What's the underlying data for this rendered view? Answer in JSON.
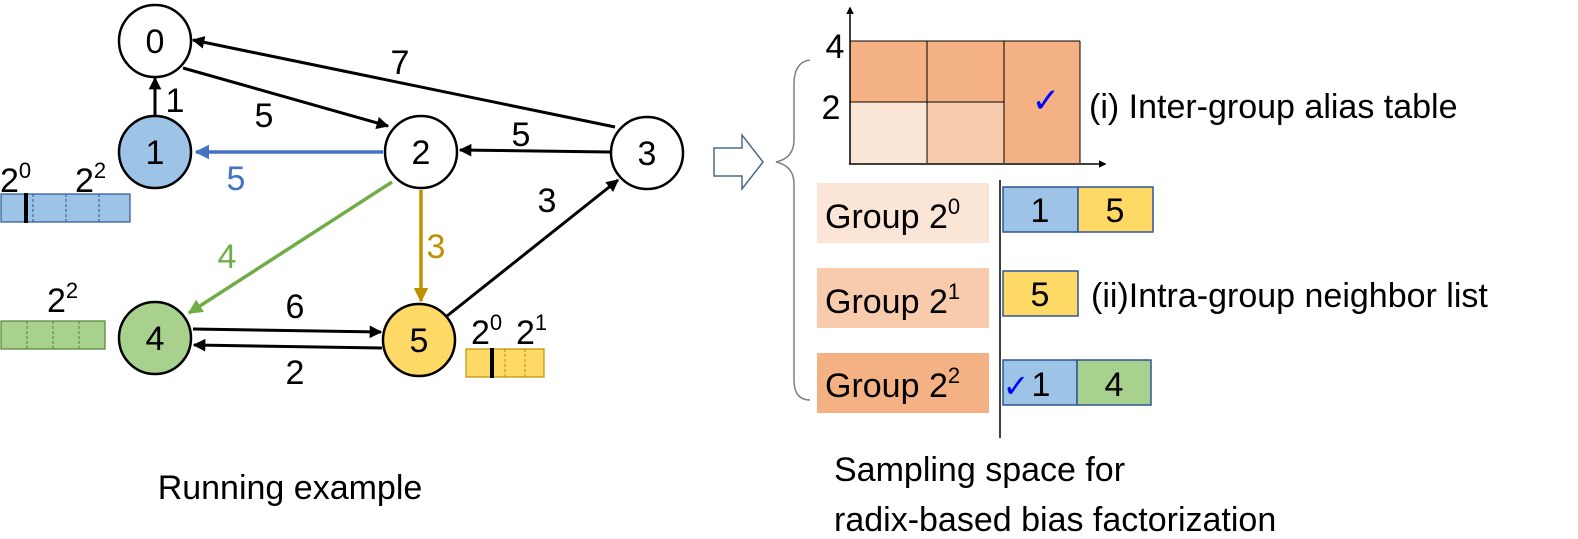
{
  "left": {
    "caption": "Running example",
    "nodes": [
      {
        "id": "0",
        "label": "0",
        "fill": "#ffffff"
      },
      {
        "id": "1",
        "label": "1",
        "fill": "#9dc3e6"
      },
      {
        "id": "2",
        "label": "2",
        "fill": "#ffffff"
      },
      {
        "id": "3",
        "label": "3",
        "fill": "#ffffff"
      },
      {
        "id": "4",
        "label": "4",
        "fill": "#a9d18e"
      },
      {
        "id": "5",
        "label": "5",
        "fill": "#ffd966"
      }
    ],
    "edges": [
      {
        "from": "1",
        "to": "0",
        "weight": "1",
        "color": "#000000"
      },
      {
        "from": "0",
        "to": "2",
        "weight": "5",
        "color": "#000000"
      },
      {
        "from": "3",
        "to": "0",
        "weight": "7",
        "color": "#000000"
      },
      {
        "from": "2",
        "to": "1",
        "weight": "5",
        "color": "#4472c4"
      },
      {
        "from": "3",
        "to": "2",
        "weight": "5",
        "color": "#000000"
      },
      {
        "from": "5",
        "to": "3",
        "weight": "3",
        "color": "#000000"
      },
      {
        "from": "2",
        "to": "4",
        "weight": "4",
        "color": "#70ad47"
      },
      {
        "from": "2",
        "to": "5",
        "weight": "3",
        "color": "#bf9000"
      },
      {
        "from": "4",
        "to": "5",
        "weight": "6",
        "color": "#000000"
      },
      {
        "from": "5",
        "to": "4",
        "weight": "2",
        "color": "#000000"
      }
    ],
    "bias_tables": [
      {
        "node": "1",
        "labels": [
          {
            "base": "2",
            "exp": "0"
          },
          {
            "base": "2",
            "exp": "2"
          }
        ],
        "fill": "#9dc3e6",
        "stroke": "#2f5597"
      },
      {
        "node": "4",
        "labels": [
          {
            "base": "2",
            "exp": "2"
          }
        ],
        "fill": "#a9d18e",
        "stroke": "#548235"
      },
      {
        "node": "5",
        "labels": [
          {
            "base": "2",
            "exp": "0"
          },
          {
            "base": "2",
            "exp": "1"
          }
        ],
        "fill": "#ffd966",
        "stroke": "#bf9000"
      }
    ]
  },
  "right": {
    "caption_line1": "Sampling space for",
    "caption_line2": "radix-based bias factorization",
    "alias": {
      "label": "(i) Inter-group alias table",
      "y_ticks": [
        "4",
        "2"
      ],
      "check": "✓",
      "cell_colors": [
        "#f4b183",
        "#f8cbad",
        "#fbe5d6"
      ]
    },
    "intra_label": "(ii)Intra-group neighbor list",
    "groups": [
      {
        "label": "Group 2",
        "exp": "0",
        "fill": "#fbe5d6",
        "items": [
          {
            "text": "1",
            "fill": "#9dc3e6"
          },
          {
            "text": "5",
            "fill": "#ffd966"
          }
        ]
      },
      {
        "label": "Group 2",
        "exp": "1",
        "fill": "#f8cbad",
        "items": [
          {
            "text": "5",
            "fill": "#ffd966"
          }
        ]
      },
      {
        "label": "Group 2",
        "exp": "2",
        "fill": "#f4b183",
        "items": [
          {
            "text": "1",
            "fill": "#9dc3e6",
            "check": "✓"
          },
          {
            "text": "4",
            "fill": "#a9d18e"
          }
        ]
      }
    ]
  }
}
